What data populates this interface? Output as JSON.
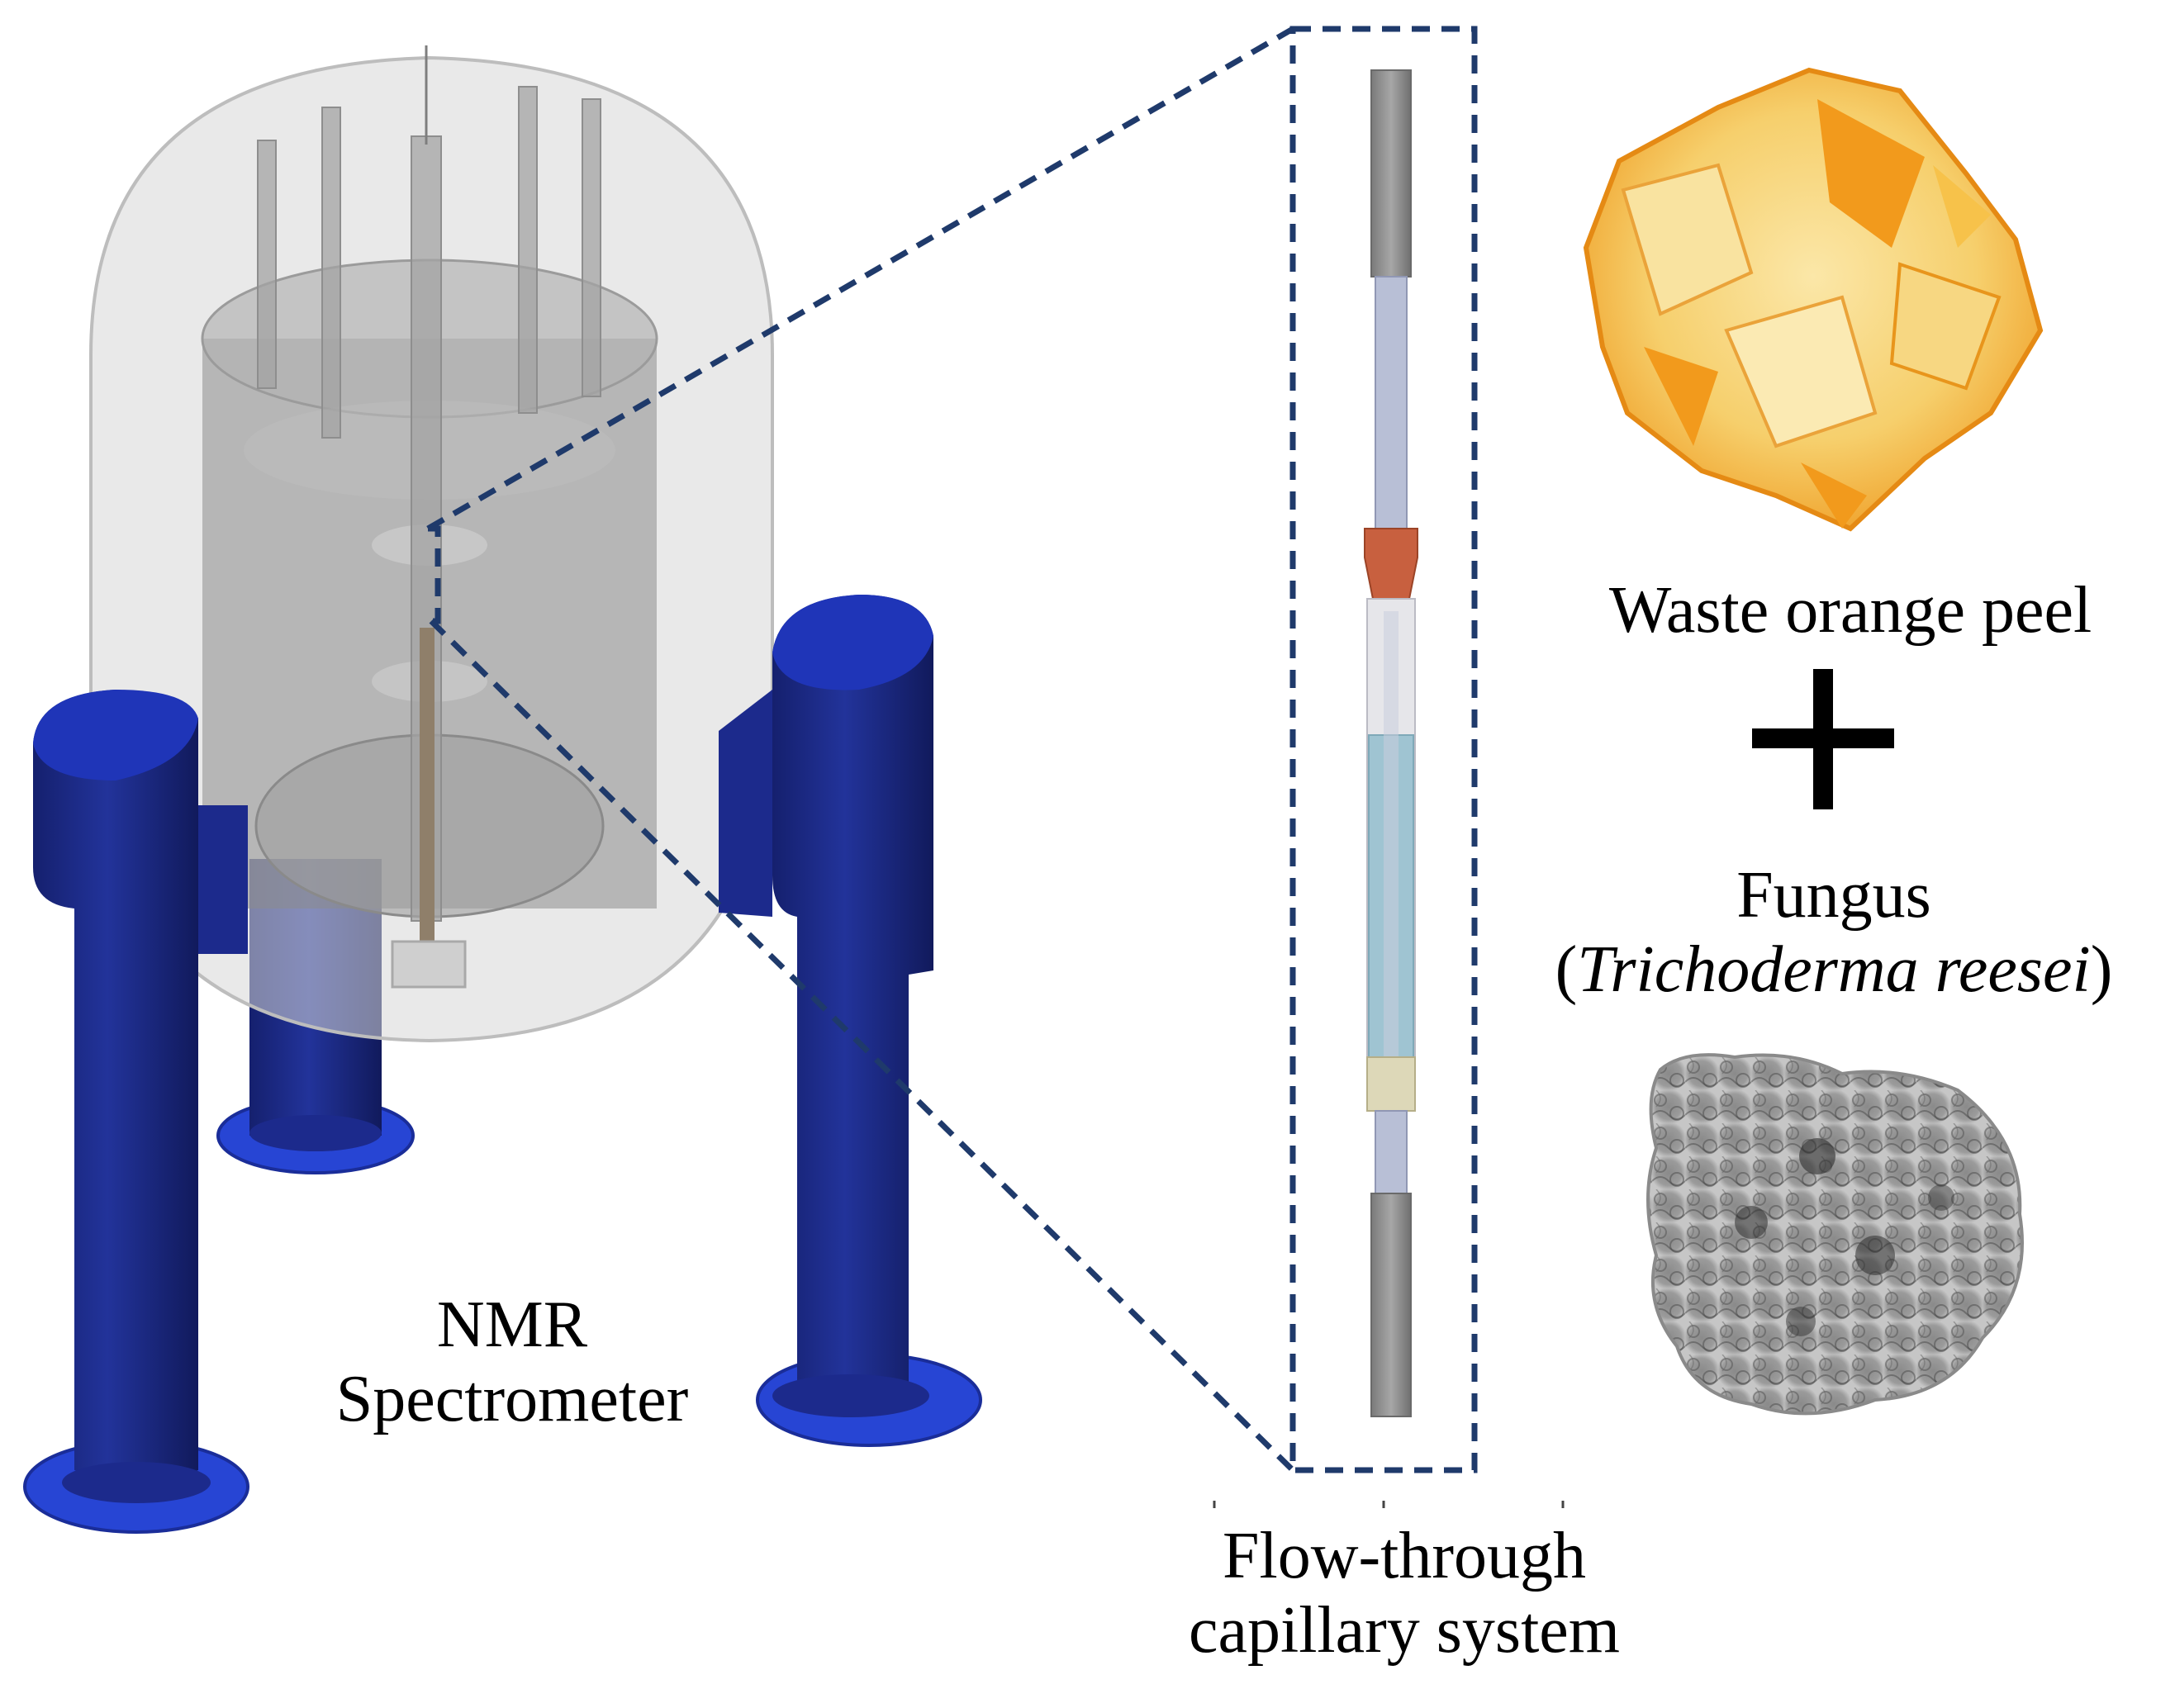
{
  "labels": {
    "nmr": [
      "NMR",
      "Spectrometer"
    ],
    "flow": [
      "Flow-through",
      "capillary system"
    ],
    "peel": "Waste orange peel",
    "fungus_name": "Fungus",
    "fungus_species_open": "(",
    "fungus_species": "Trichoderma reesei",
    "fungus_species_close": ")"
  },
  "colors": {
    "magnet_leg": "#1c2a8c",
    "magnet_leg_top": "#1f35b8",
    "foot": "#2745d4",
    "dewar": "#c9c9c9",
    "inner_cylinder": "#8c8c8c",
    "zoom_box": "#1f3a6b",
    "capillary_metal": "#8d8d8d",
    "capillary_tube": "#b8bfd6",
    "fitting": "#c8603f",
    "fluid": "#9fc4d2",
    "collar": "#ddd8b8",
    "orange": "#f29a1c",
    "peel_pith": "#f7dc8e",
    "fungus": "#6b6b6b",
    "plus": "#000000"
  },
  "icons": {
    "plus": "plus-icon",
    "orange_peel": "orange-peel-icon",
    "fungus": "fungus-icon"
  }
}
